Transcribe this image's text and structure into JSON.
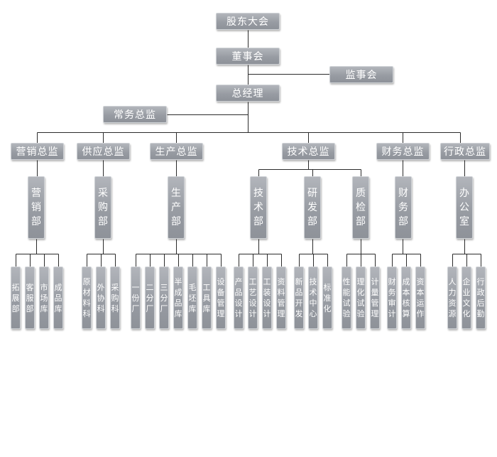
{
  "top": {
    "shareholders": "股东大会",
    "board": "董事会",
    "supervisors": "监事会",
    "gm": "总经理",
    "executive": "常务总监"
  },
  "directors": [
    {
      "label": "营销总监"
    },
    {
      "label": "供应总监"
    },
    {
      "label": "生产总监"
    },
    {
      "label": "技术总监"
    },
    {
      "label": "财务总监"
    },
    {
      "label": "行政总监"
    }
  ],
  "departments": [
    {
      "label": "营销部",
      "units": [
        "拓展部",
        "客服部",
        "市场库",
        "成品库"
      ]
    },
    {
      "label": "采购部",
      "units": [
        "原材料科",
        "外协科",
        "采购科"
      ]
    },
    {
      "label": "生产部",
      "units": [
        "一份厂",
        "二分厂",
        "三分厂",
        "半成品库",
        "毛坯库",
        "工具库",
        "设备管理"
      ]
    },
    {
      "label": "技术部",
      "units": [
        "产品设计",
        "工艺设计",
        "工装设计",
        "资料管理"
      ]
    },
    {
      "label": "研发部",
      "units": [
        "新品开发",
        "技术中心",
        "标准化"
      ]
    },
    {
      "label": "质检部",
      "units": [
        "性能试验",
        "理化试验",
        "计量管理"
      ]
    },
    {
      "label": "财务部",
      "units": [
        "财务审计",
        "成本核算",
        "资本运作"
      ]
    },
    {
      "label": "办公室",
      "units": [
        "人力资源",
        "企业文化",
        "行政后勤"
      ]
    }
  ]
}
